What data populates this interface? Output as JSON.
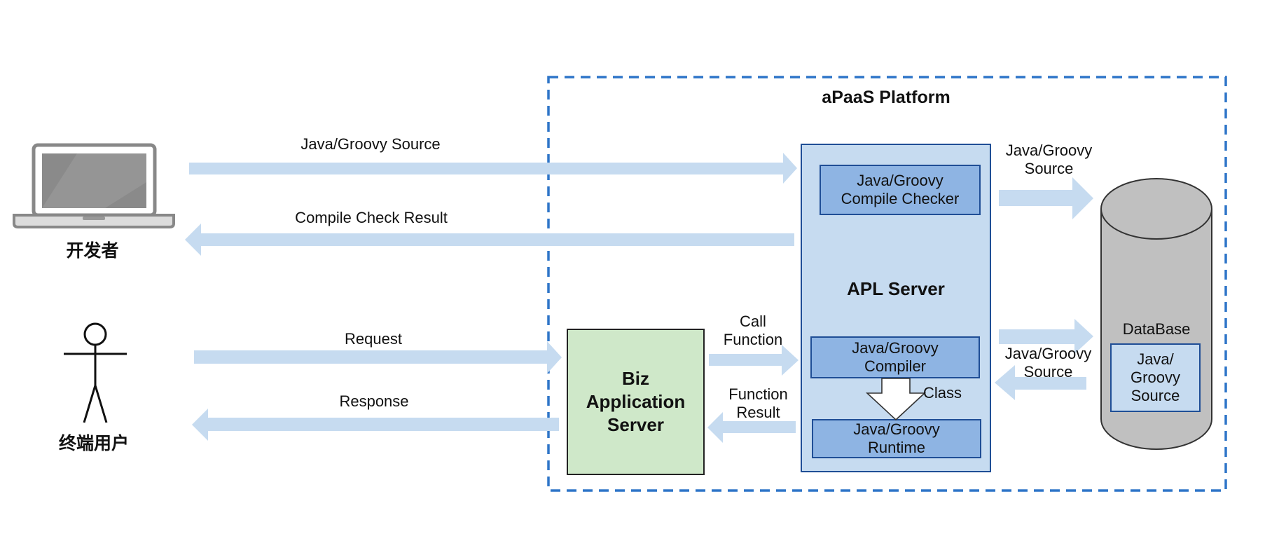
{
  "platform": {
    "title": "aPaaS  Platform"
  },
  "actors": {
    "developer": {
      "label": "开发者"
    },
    "end_user": {
      "label": "终端用户"
    }
  },
  "apl_server": {
    "title": "APL Server",
    "compile_checker": "Java/Groovy\nCompile Checker",
    "compiler": "Java/Groovy\nCompiler",
    "runtime": "Java/Groovy\nRuntime",
    "class_label": "Class"
  },
  "biz_server": {
    "label": "Biz\nApplication\nServer"
  },
  "database": {
    "label": "DataBase",
    "inner": "Java/\nGroovy\nSource"
  },
  "arrows": {
    "source_to_apl": "Java/Groovy Source",
    "check_result": "Compile Check Result",
    "request": "Request",
    "response": "Response",
    "call_function": "Call\nFunction",
    "function_result": "Function\nResult",
    "apl_to_db": "Java/Groovy\nSource",
    "db_to_apl": "Java/Groovy\nSource"
  },
  "colors": {
    "arrow": "#c6dbf0",
    "apl_bg": "#c6dbf0",
    "inner_box": "#8eb4e3",
    "border_blue": "#1f4e96",
    "dashed": "#2e75c8",
    "biz_bg": "#cfe8c9",
    "db_bg": "#c0c0c0"
  }
}
